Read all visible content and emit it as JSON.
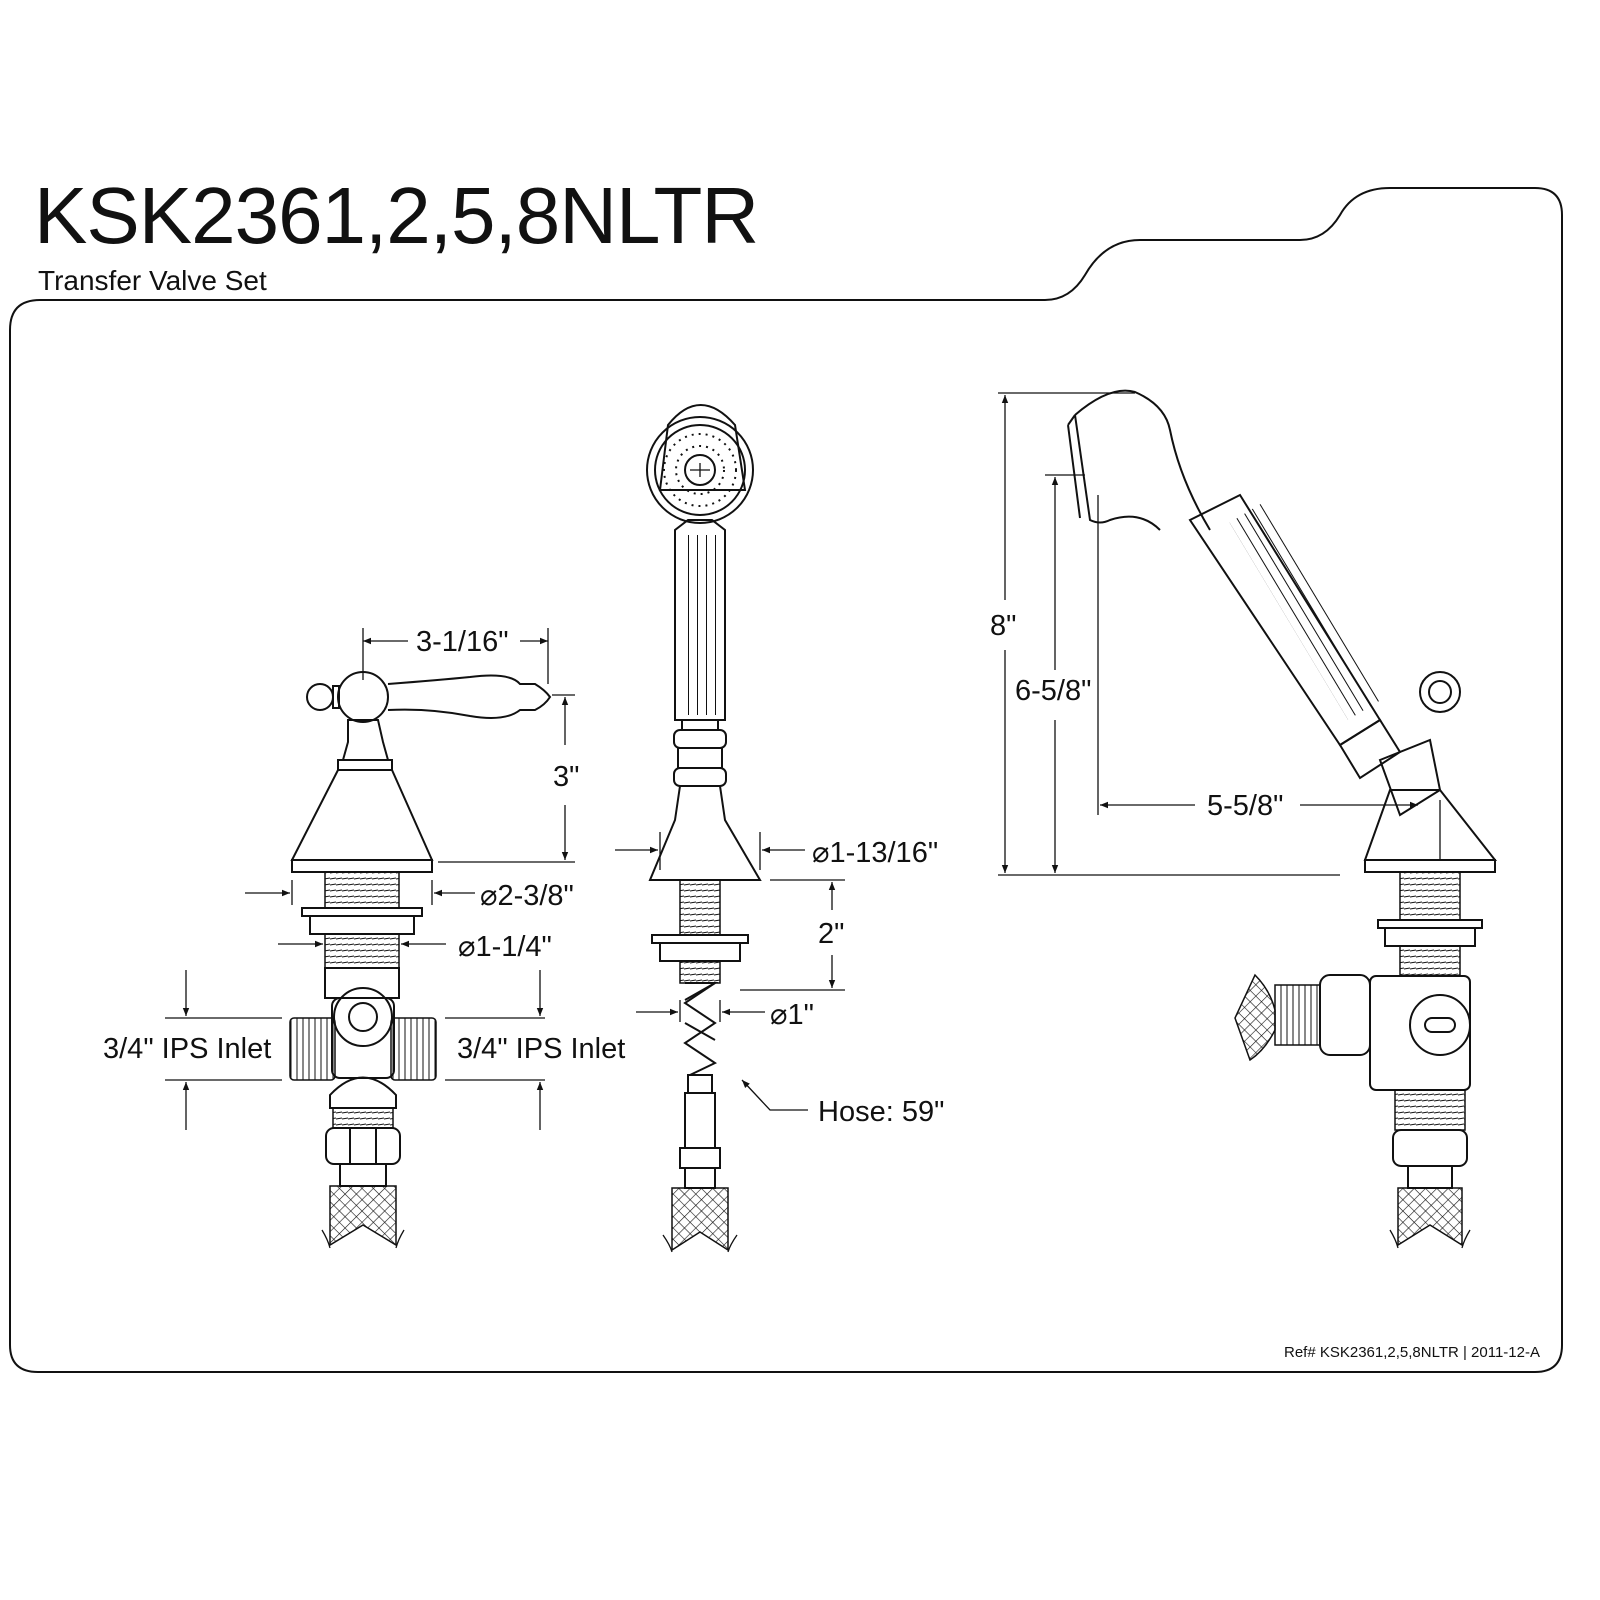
{
  "header": {
    "title": "KSK2361,2,5,8NLTR",
    "subtitle": "Transfer Valve Set"
  },
  "views": {
    "valve": {
      "handle_width": "3-1/16\"",
      "handle_height": "3\"",
      "base_diameter": "⌀2-3/8\"",
      "shank_diameter": "⌀1-1/4\"",
      "inlet_left": "3/4\" IPS Inlet",
      "inlet_right": "3/4\" IPS Inlet"
    },
    "handshower": {
      "base_diameter": "⌀1-13/16\"",
      "shank_length": "2\"",
      "shank_diameter": "⌀1\"",
      "hose": "Hose: 59\""
    },
    "side": {
      "total_height": "8\"",
      "cradle_height": "6-5/8\"",
      "reach": "5-5/8\""
    }
  },
  "footer": {
    "ref": "Ref# KSK2361,2,5,8NLTR | 2011-12-A"
  }
}
